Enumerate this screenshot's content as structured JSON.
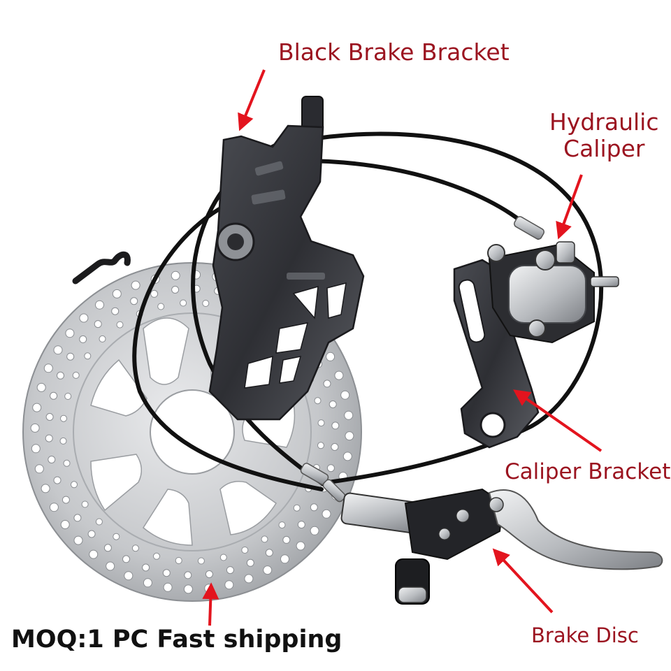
{
  "labels": {
    "black_brake_bracket": "Black Brake Bracket",
    "hydraulic_caliper_line1": "Hydraulic",
    "hydraulic_caliper_line2": "Caliper",
    "caliper_bracket": "Caliper Bracket",
    "brake_disc": "Brake Disc"
  },
  "footer": {
    "moq": "MOQ:1 PC Fast shipping"
  },
  "colors": {
    "label_red": "#9b1420",
    "arrow_red": "#e3141e",
    "metal_dark": "#2b2c30",
    "metal_silver": "#c9cbce",
    "hose_black": "#111111"
  }
}
